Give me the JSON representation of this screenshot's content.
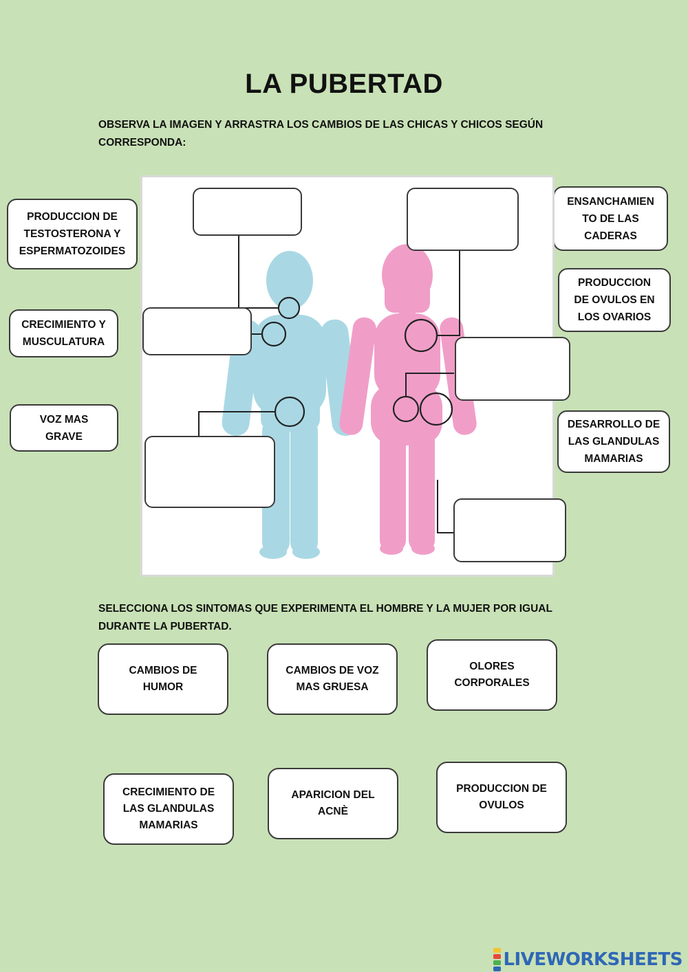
{
  "title": "LA PUBERTAD",
  "instruction_drag": "OBSERVA LA IMAGEN Y ARRASTRA LOS CAMBIOS DE LAS CHICAS Y CHICOS SEGÚN\nCORRESPONDA:",
  "instruction_select": "SELECCIONA LOS SINTOMAS QUE EXPERIMENTA EL HOMBRE Y LA MUJER POR IGUAL\nDURANTE LA PUBERTAD.",
  "draggables": {
    "left": [
      "PRODUCCION DE\nTESTOSTERONA Y\nESPERMATOZOIDES",
      "CRECIMIENTO Y\nMUSCULATURA",
      "VOZ MAS\nGRAVE"
    ],
    "right": [
      "ENSANCHAMIEN\nTO DE LAS\nCADERAS",
      "PRODUCCION\nDE OVULOS EN\nLOS OVARIOS",
      "DESARROLLO DE\nLAS GLANDULAS\nMAMARIAS"
    ]
  },
  "symptoms": [
    "CAMBIOS DE\nHUMOR",
    "CAMBIOS DE VOZ\nMAS GRUESA",
    "OLORES\nCORPORALES",
    "CRECIMIENTO DE\nLAS GLANDULAS\nMAMARIAS",
    "APARICION DEL\nACNÈ",
    "PRODUCCION DE\nOVULOS"
  ],
  "figure_colors": {
    "male": "#a9d8e4",
    "female": "#f09ec8",
    "line": "#222222"
  },
  "brand": {
    "name": "LIVEWORKSHEETS",
    "mark": "LIVE",
    "color": "#2f67b6",
    "mark_colors": [
      "#f4c430",
      "#e8473b",
      "#4caf50",
      "#2f67b6"
    ]
  }
}
